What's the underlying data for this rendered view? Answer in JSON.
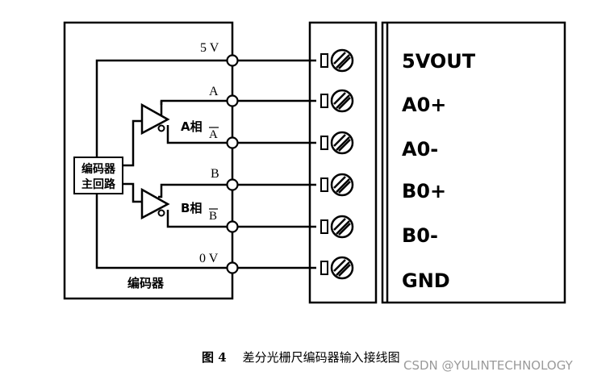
{
  "encoder": {
    "label": "编码器",
    "main_circuit_line1": "编码器",
    "main_circuit_line2": "主回路",
    "phase_a_label": "A相",
    "phase_a_bar": "A",
    "phase_b_label": "B相",
    "phase_b_bar": "B",
    "pins": [
      {
        "label": "5 V"
      },
      {
        "label": "A"
      },
      {
        "label": ""
      },
      {
        "label": "B"
      },
      {
        "label": ""
      },
      {
        "label": "0 V"
      }
    ]
  },
  "terminals": [
    "5VOUT",
    "A0+",
    "A0-",
    "B0+",
    "B0-",
    "GND"
  ],
  "caption": {
    "number": "图 4",
    "text": "差分光栅尺编码器输入接线图"
  },
  "watermark": "CSDN @YULINTECHNOLOGY"
}
